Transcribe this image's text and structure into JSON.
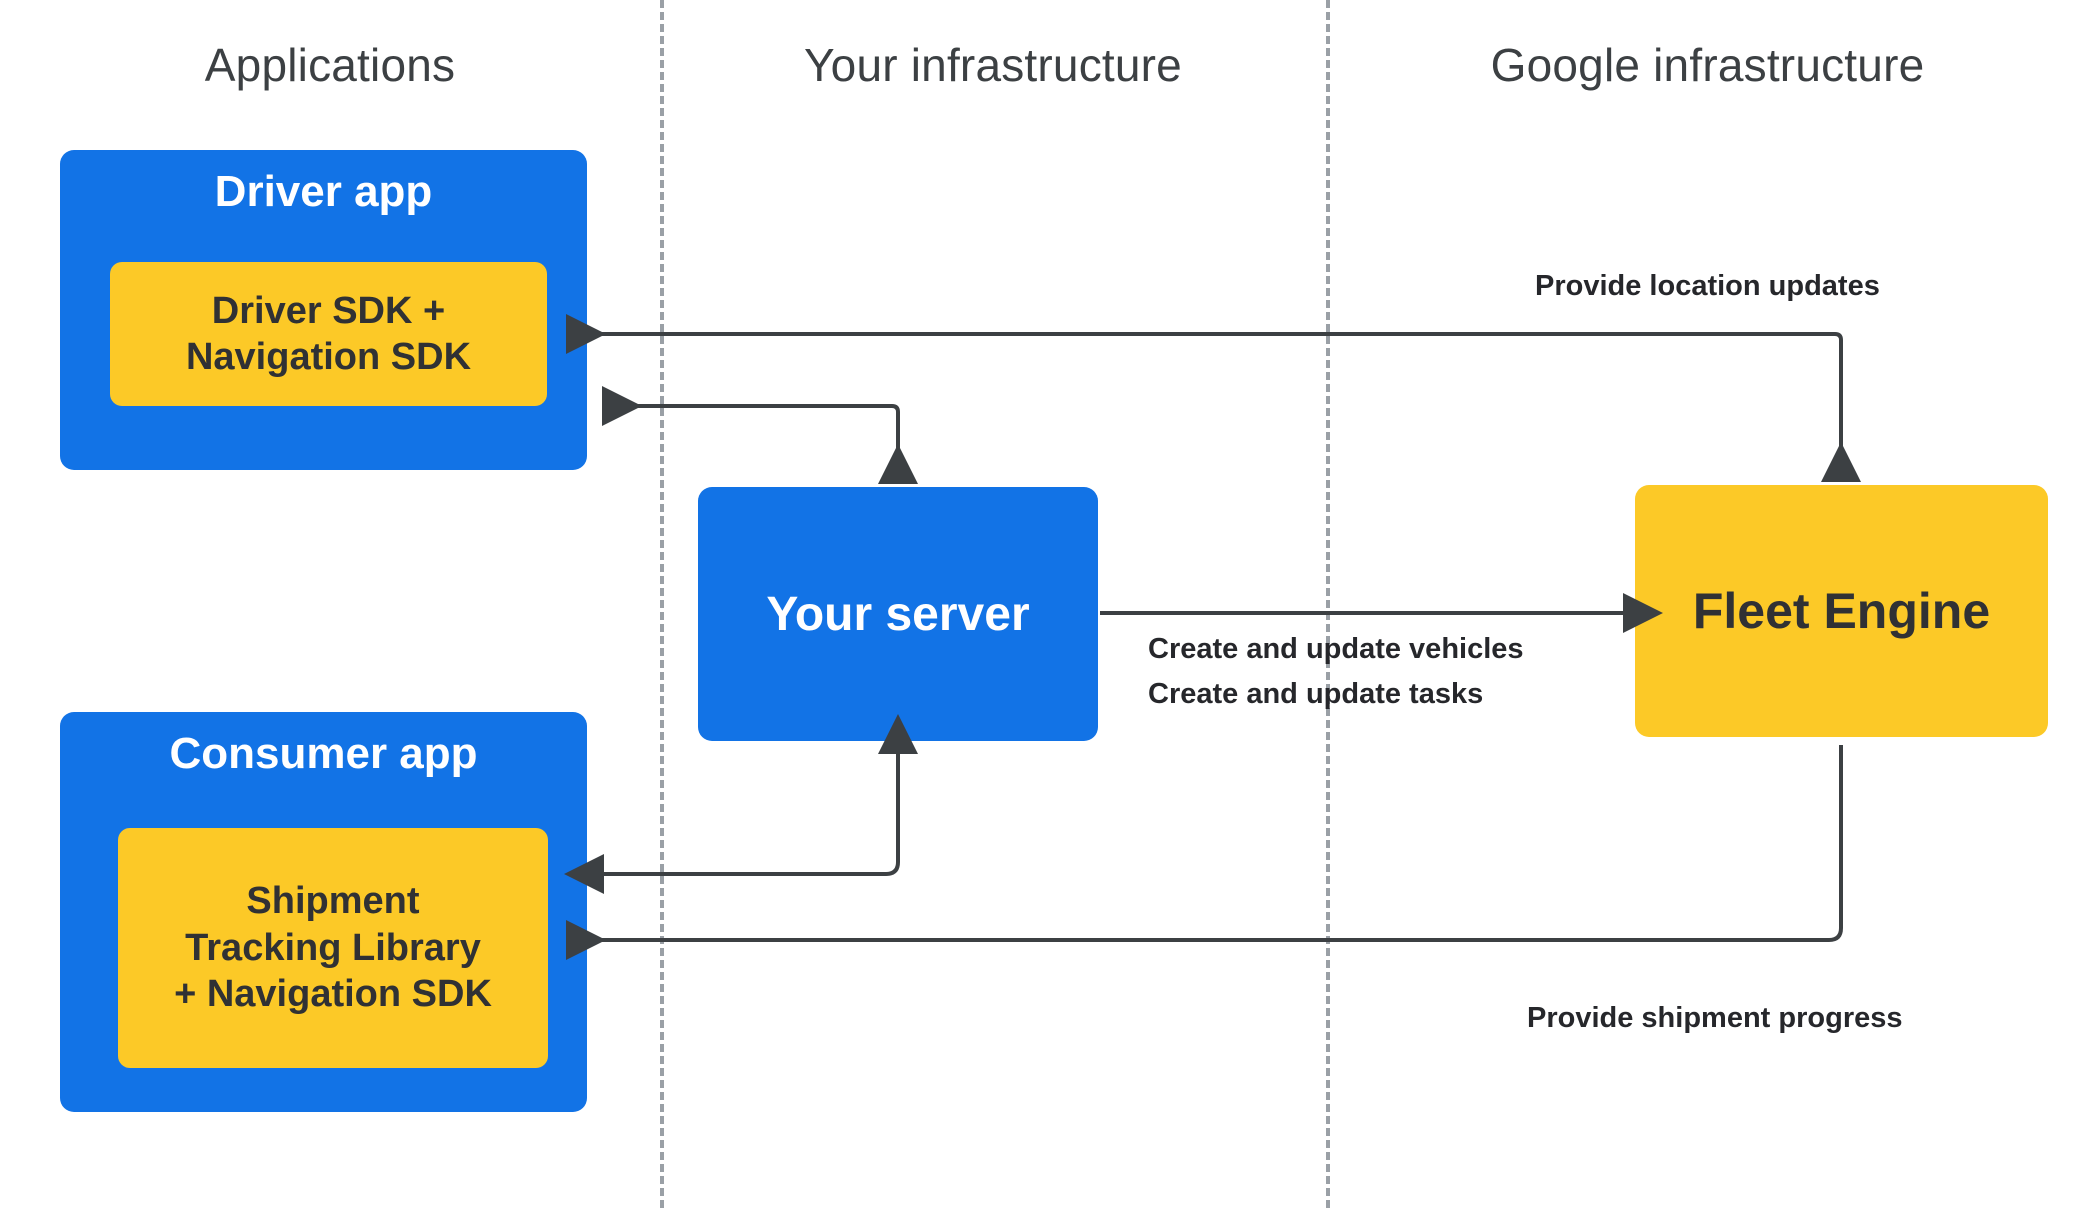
{
  "columns": [
    {
      "label": "Applications"
    },
    {
      "label": "Your infrastructure"
    },
    {
      "label": "Google infrastructure"
    }
  ],
  "nodes": {
    "driver_app": {
      "title": "Driver app",
      "sdk": "Driver SDK +\nNavigation SDK",
      "sdk_line1": "Driver SDK +",
      "sdk_line2": "Navigation SDK"
    },
    "consumer_app": {
      "title": "Consumer app",
      "sdk_line1": "Shipment",
      "sdk_line2": "Tracking Library",
      "sdk_line3": "+ Navigation SDK"
    },
    "your_server": {
      "title": "Your server"
    },
    "fleet_engine": {
      "title": "Fleet Engine"
    }
  },
  "edge_labels": {
    "location_updates": "Provide location updates",
    "create_update_vehicles": "Create and update vehicles",
    "create_update_tasks": "Create and update tasks",
    "shipment_progress": "Provide shipment progress"
  },
  "colors": {
    "blue": "#1273e6",
    "yellow": "#fcc927",
    "wire": "#3c4043",
    "divider": "#9aa0a6",
    "title_text": "#3c4043",
    "dark_text": "#303134"
  }
}
